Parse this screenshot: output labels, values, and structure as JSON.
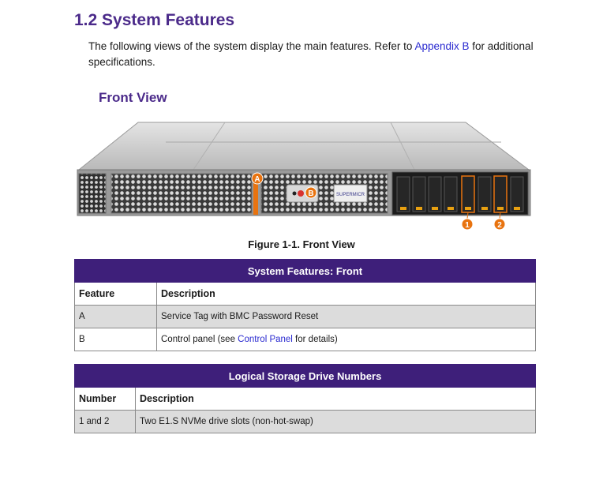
{
  "section": {
    "title": "1.2 System Features"
  },
  "intro": {
    "before_link": "The following views of the system display the main features. Refer to ",
    "link": "Appendix B",
    "after_link": " for additional specifications."
  },
  "front": {
    "heading": "Front View"
  },
  "figure": {
    "caption": "Figure 1-1. Front View",
    "callouts": {
      "a": "A",
      "b": "B",
      "one": "1",
      "two": "2"
    },
    "brand_text": "SUPERMICR",
    "colors": {
      "callout": "#e8730f",
      "chassis": "#c9c9c9"
    }
  },
  "table_front": {
    "title": "System Features: Front",
    "col1": "Feature",
    "col2": "Description",
    "rows": [
      {
        "feature": "A",
        "description": "Service Tag with BMC Password Reset"
      },
      {
        "feature": "B",
        "desc_before": "Control panel (see ",
        "desc_link": "Control Panel",
        "desc_after": " for details)"
      }
    ]
  },
  "table_storage": {
    "title": "Logical Storage Drive Numbers",
    "col1": "Number",
    "col2": "Description",
    "rows": [
      {
        "number": "1 and 2",
        "description": "Two E1.S NVMe drive slots (non-hot-swap)"
      }
    ]
  },
  "colors": {
    "heading": "#4b2a8a",
    "table_header": "#3e1f7a",
    "link": "#2a2ad0",
    "row_shade": "#dcdcdc"
  }
}
